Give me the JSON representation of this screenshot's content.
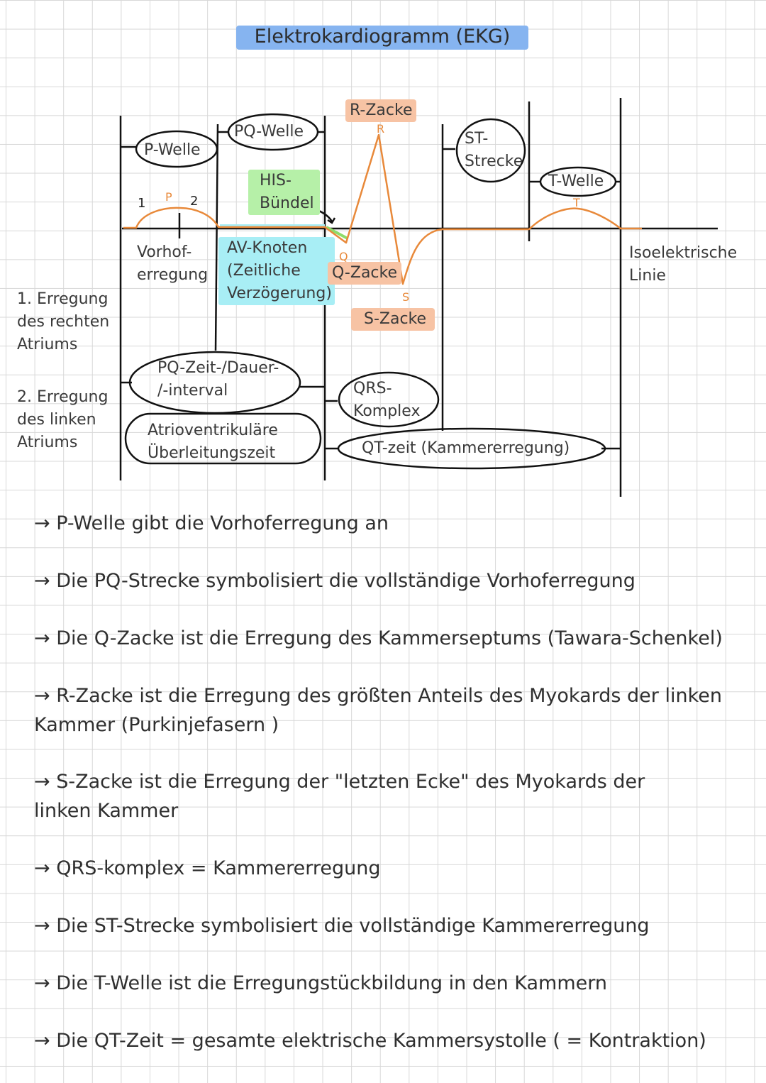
{
  "title": "Elektrokardiogramm (EKG)",
  "labels": {
    "p_welle": "P-Welle",
    "pq_welle": "PQ-Welle",
    "r_zacke": "R-Zacke",
    "st_strecke": "ST-\nStrecke",
    "t_welle": "T-Welle",
    "his_buendel": "HIS-\nBündel",
    "vorhoferregung": "Vorhof-\nerregung",
    "av_knoten": "AV-Knoten\n(Zeitliche\nVerzögerung)",
    "q_zacke": "Q-Zacke",
    "s_zacke": "S-Zacke",
    "isoelektrische_linie": "Isoelektrische\nLinie",
    "erregung_rechts": "1. Erregung\ndes rechten\nAtriums",
    "erregung_links": "2. Erregung\ndes linken\nAtriums",
    "pq_zeit": "PQ-Zeit-/Dauer-\n/-interval",
    "av_ueberleitung": "Atrioventrikuläre\nÜberleitungszeit",
    "qrs_komplex": "QRS-\nKomplex",
    "qt_zeit": "QT-zeit (Kammererregung)"
  },
  "curve_marks": {
    "mark_1": "1",
    "mark_2": "2",
    "p": "P",
    "r": "R",
    "q": "Q",
    "s": "S",
    "t": "T"
  },
  "colors": {
    "title_highlight": "#86b4f0",
    "orange_highlight": "#f7c3a4",
    "green_highlight": "#b6f0a8",
    "cyan_highlight": "#a8eef5",
    "ecg_curve": "#e8893a"
  },
  "notes": [
    "→ P-Welle gibt die Vorhoferregung an",
    "→ Die PQ-Strecke symbolisiert die vollständige Vorhoferregung",
    "→ Die Q-Zacke ist die Erregung des Kammerseptums (Tawara-Schenkel)",
    "→ R-Zacke ist die Erregung des größten Anteils des Myokards der linken Kammer (Purkinjefasern )",
    "→ S-Zacke ist die Erregung der \"letzten Ecke\" des Myokards der linken Kammer",
    "→ QRS-komplex = Kammererregung",
    "→ Die ST-Strecke symbolisiert die vollständige Kammererregung",
    "→ Die T-Welle ist die Erregungstückbildung in den Kammern",
    "→ Die QT-Zeit = gesamte elektrische Kammersystolle ( = Kontraktion)"
  ]
}
